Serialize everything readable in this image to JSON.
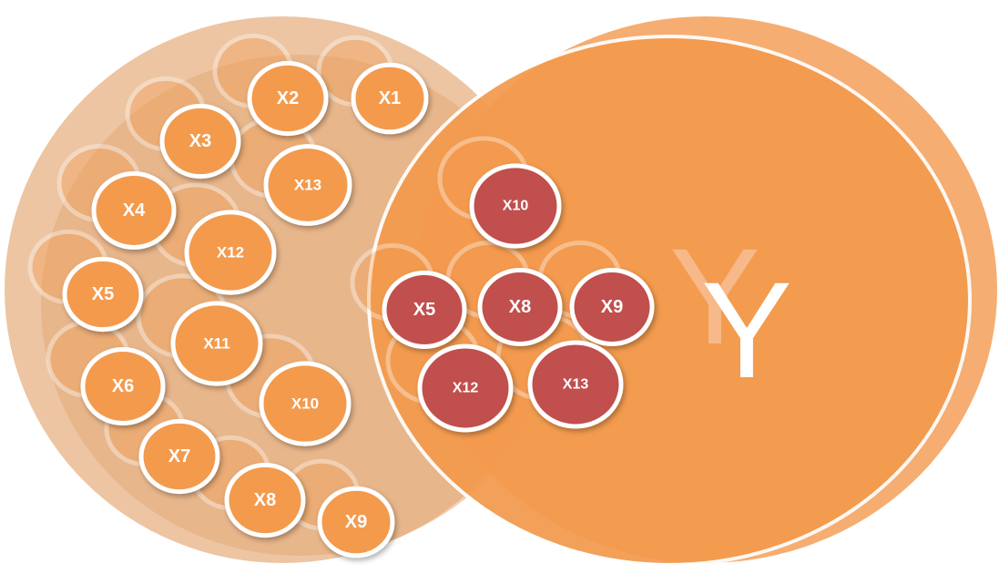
{
  "diagram": {
    "left_set_labels": [
      "X1",
      "X2",
      "X3",
      "X13",
      "X4",
      "X12",
      "X5",
      "X11",
      "X6",
      "X10",
      "X7",
      "X8",
      "X9"
    ],
    "selected_labels": [
      "X10",
      "X5",
      "X8",
      "X9",
      "X12",
      "X13"
    ],
    "target_label": "Y",
    "colors": {
      "left_set": "#e7b68a",
      "right_set": "#f39a4d",
      "circle": "#f39a4d",
      "selected_circle": "#c0504d",
      "border": "#ffffff"
    }
  }
}
